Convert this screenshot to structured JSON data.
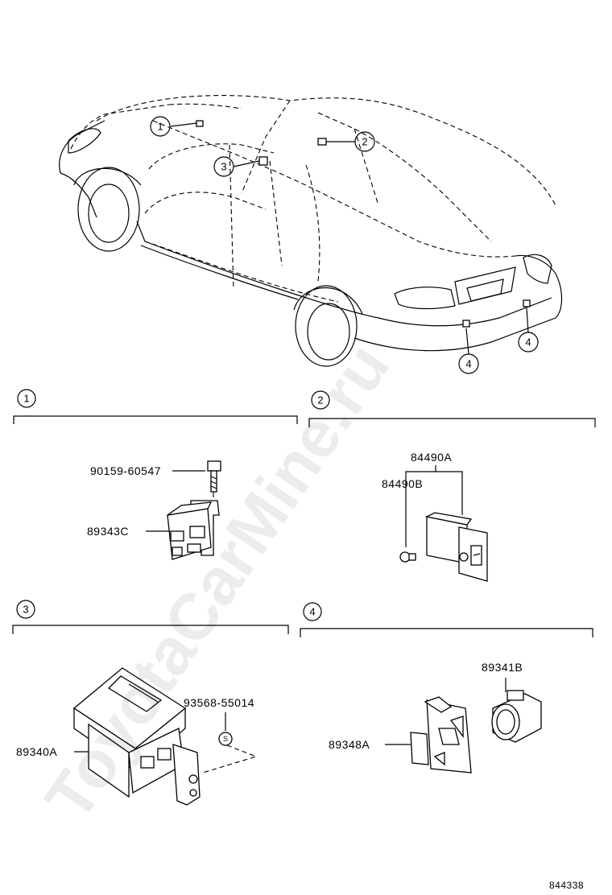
{
  "watermark": "ToyotaCarMine.ru",
  "callouts": [
    "1",
    "2",
    "3",
    "4"
  ],
  "sections": [
    {
      "number": "1",
      "parts": [
        "90159-60547",
        "89343C"
      ]
    },
    {
      "number": "2",
      "parts": [
        "84490A",
        "84490B"
      ]
    },
    {
      "number": "3",
      "parts": [
        "89340A",
        "93568-55014"
      ]
    },
    {
      "number": "4",
      "parts": [
        "89348A",
        "89341B"
      ]
    }
  ],
  "figure_id": "844338"
}
